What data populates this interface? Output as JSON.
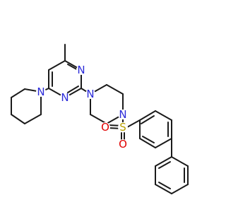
{
  "molecule": {
    "atoms": {
      "n_pyr_top": "N",
      "n_pyr_bottom": "N",
      "n_piperidine": "N",
      "n_piperazine_top": "N",
      "n_piperazine_bottom": "N",
      "s": "S",
      "o_left": "O",
      "o_bottom": "O"
    },
    "colors": {
      "nitrogen": "#2b2bd9",
      "sulfur": "#b8a000",
      "oxygen": "#e00000",
      "bond": "#1a1a1a"
    }
  }
}
